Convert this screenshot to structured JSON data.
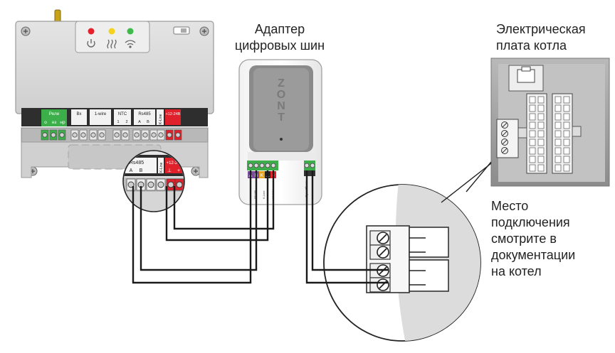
{
  "controller": {
    "relay_block_label": "Реле",
    "relay_terminals": [
      "о",
      "нз",
      "нр"
    ],
    "bx_label": "Bx",
    "onewire_label": "1-wire",
    "ntc_label": "NTC",
    "ntc_pins": [
      "1",
      "2"
    ],
    "rs485_label": "Rs485",
    "rs485_pins": [
      "A",
      "B"
    ],
    "kline_label": "K-Line",
    "power_label": "+12-24В",
    "led_colors": [
      "#e8202a",
      "#f4d21f",
      "#3cba4a"
    ],
    "status_icons": [
      "power-icon",
      "heating-icon",
      "wifi-icon"
    ]
  },
  "zoom_inset": {
    "rs485_label": "Rs485",
    "pins": [
      "A",
      "B"
    ],
    "kline_label": "K-Line",
    "power_label": "+12-24В",
    "power_pins": [
      "⊥",
      "+"
    ]
  },
  "adapter": {
    "title_line1": "Адаптер",
    "title_line2": "цифровых шин",
    "logo_letters": [
      "Z",
      "O",
      "N",
      "T"
    ],
    "left_terminals": [
      "A",
      "B",
      "K",
      "⊥",
      "+"
    ],
    "left_terminal_colors": [
      "#7a4d9a",
      "#7a4d9a",
      "#e8a21b",
      "#222222",
      "#e8202a"
    ],
    "terminal_caption_1": "RS485",
    "terminal_caption_2": "K-Line",
    "terminal_caption_3": "12-24V",
    "right_terminal_caption": "OpenTherm"
  },
  "boiler": {
    "title_line1": "Электрическая",
    "title_line2": "плата котла",
    "note_lines": [
      "Место",
      "подключения",
      "смотрите в",
      "документации",
      "на котел"
    ]
  },
  "colors": {
    "terminal_green": "#3cae4a",
    "terminal_red": "#e0202a",
    "housing_gray": "#d6d6d6",
    "wire": "#1a1a1a"
  }
}
